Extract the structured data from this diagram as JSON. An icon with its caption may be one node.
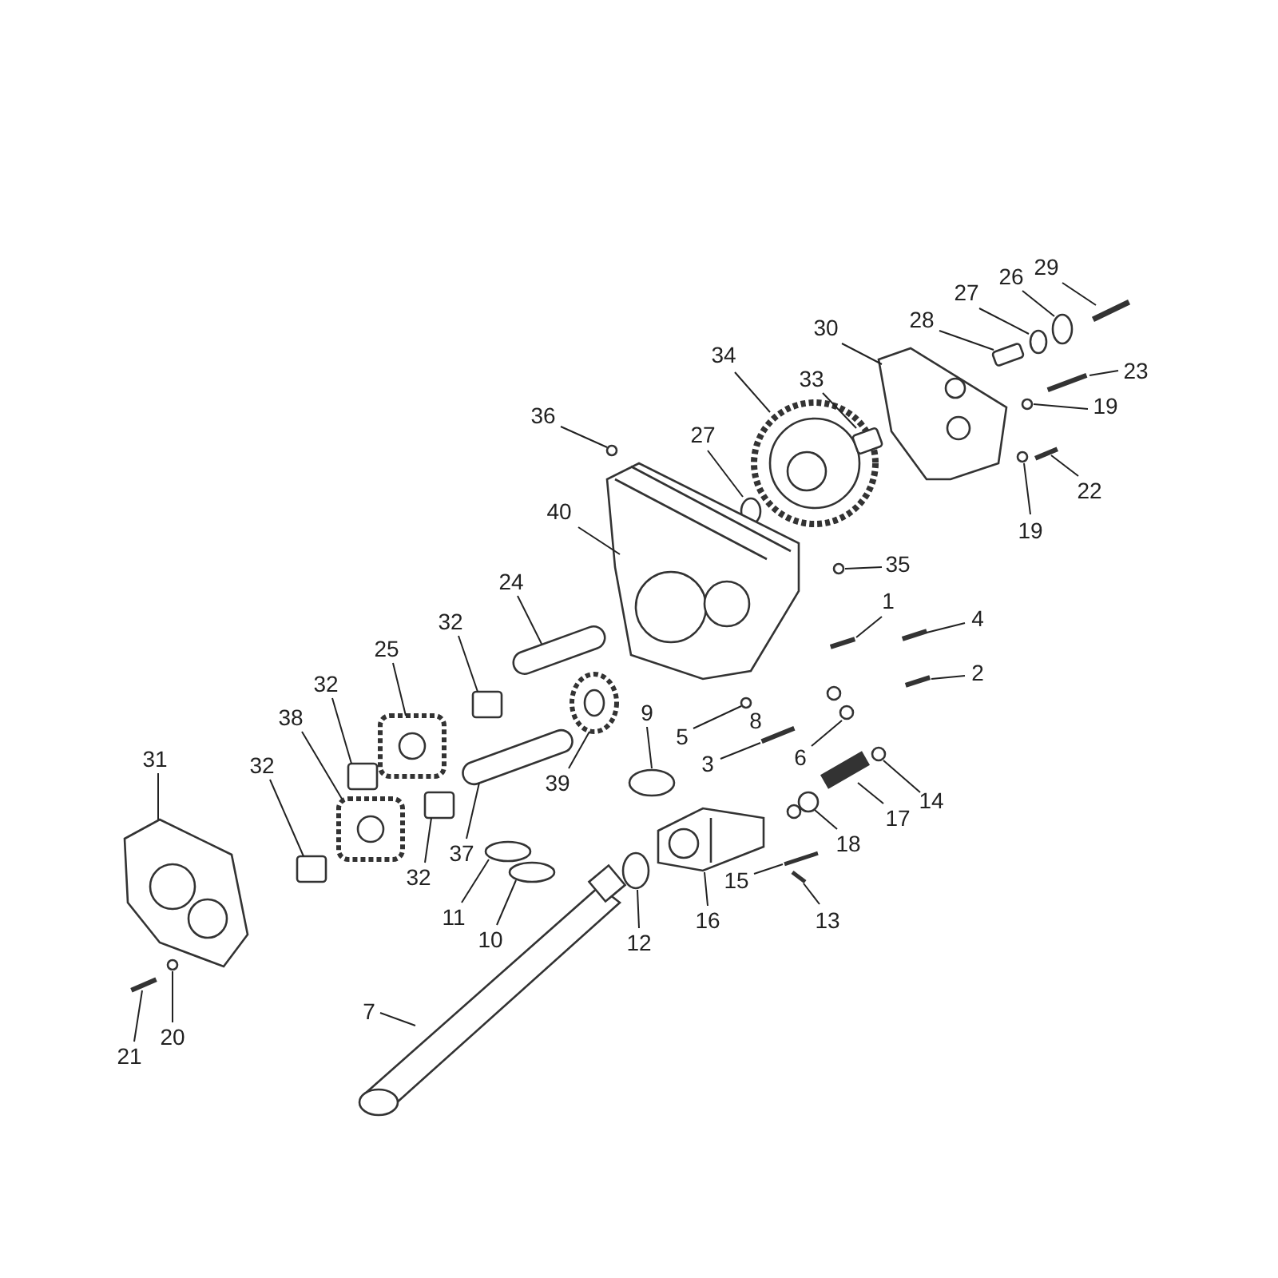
{
  "diagram": {
    "nodes": [
      {
        "text": [
          "29"
        ]
      },
      {
        "text": [
          "26"
        ]
      },
      {
        "text": [
          "27"
        ]
      },
      {
        "text": [
          "28"
        ]
      },
      {
        "text": [
          "30"
        ]
      },
      {
        "text": [
          "23"
        ]
      },
      {
        "text": [
          "19"
        ]
      },
      {
        "text": [
          "34"
        ]
      },
      {
        "text": [
          "33"
        ]
      },
      {
        "text": [
          "36"
        ]
      },
      {
        "text": [
          "27"
        ]
      },
      {
        "text": [
          "22"
        ]
      },
      {
        "text": [
          "19"
        ]
      },
      {
        "text": [
          "40"
        ]
      },
      {
        "text": [
          "35"
        ]
      },
      {
        "text": [
          "24"
        ]
      },
      {
        "text": [
          "1"
        ]
      },
      {
        "text": [
          "4"
        ]
      },
      {
        "text": [
          "32"
        ]
      },
      {
        "text": [
          "2"
        ]
      },
      {
        "text": [
          "25"
        ]
      },
      {
        "text": [
          "32"
        ]
      },
      {
        "text": [
          "9"
        ]
      },
      {
        "text": [
          "5"
        ]
      },
      {
        "text": [
          "6"
        ]
      },
      {
        "text": [
          "3"
        ]
      },
      {
        "text": [
          "38"
        ]
      },
      {
        "text": [
          "31"
        ]
      },
      {
        "text": [
          "32"
        ]
      },
      {
        "text": [
          "39"
        ]
      },
      {
        "text": [
          "14"
        ]
      },
      {
        "text": [
          "17"
        ]
      },
      {
        "text": [
          "18"
        ]
      },
      {
        "text": [
          "37"
        ]
      },
      {
        "text": [
          "32"
        ]
      },
      {
        "text": [
          "15"
        ]
      },
      {
        "text": [
          "11"
        ]
      },
      {
        "text": [
          "10"
        ]
      },
      {
        "text": [
          "12"
        ]
      },
      {
        "text": [
          "16"
        ]
      },
      {
        "text": [
          "13"
        ]
      },
      {
        "text": [
          "7"
        ]
      },
      {
        "text": [
          "21"
        ]
      },
      {
        "text": [
          "20"
        ]
      },
      {
        "text": [],
        "shape": "bar"
      },
      {
        "text": [],
        "shape": "circle"
      },
      {
        "text": [],
        "shape": "circle"
      },
      {
        "text": [],
        "shape": "box"
      },
      {
        "text": [],
        "shape": "picture"
      },
      {
        "text": [],
        "shape": "bar"
      },
      {
        "text": [],
        "shape": "circle"
      },
      {
        "text": [],
        "shape": "picture"
      },
      {
        "text": [],
        "shape": "box"
      },
      {
        "text": [],
        "shape": "circle"
      },
      {
        "text": [],
        "shape": "circle"
      },
      {
        "text": [],
        "shape": "bar"
      },
      {
        "text": [],
        "shape": "circle"
      },
      {
        "text": [],
        "shape": "picture"
      },
      {
        "text": [],
        "shape": "circle"
      },
      {
        "text": [],
        "shape": "cylinder"
      },
      {
        "text": [],
        "shape": "bar"
      },
      {
        "text": [],
        "shape": "bar"
      },
      {
        "text": [],
        "shape": "box"
      },
      {
        "text": [],
        "shape": "bar"
      },
      {
        "text": [],
        "shape": "picture"
      },
      {
        "text": [],
        "shape": "box"
      },
      {
        "text": [],
        "shape": "circle"
      },
      {
        "text": [],
        "shape": "circle"
      },
      {
        "text": [],
        "shape": "picture"
      },
      {
        "text": [],
        "shape": "bar"
      },
      {
        "text": [],
        "shape": "picture"
      },
      {
        "text": [],
        "shape": "picture"
      },
      {
        "text": [],
        "shape": "box"
      },
      {
        "text": [],
        "shape": "picture"
      },
      {
        "text": [],
        "shape": "circle"
      },
      {
        "text": [],
        "shape": "bar"
      },
      {
        "text": [],
        "shape": "picture"
      },
      {
        "text": [],
        "shape": "cylinder"
      },
      {
        "text": [],
        "shape": "box"
      },
      {
        "text": [],
        "shape": "bar"
      },
      {
        "text": [],
        "shape": "circle"
      },
      {
        "text": [],
        "shape": "circle"
      },
      {
        "text": [],
        "shape": "circle"
      },
      {
        "text": [],
        "shape": "picture"
      },
      {
        "text": [],
        "shape": "bar"
      },
      {
        "text": [],
        "shape": "picture"
      },
      {
        "text": [],
        "shape": "bar"
      },
      {
        "text": [],
        "shape": "circle"
      }
    ],
    "edges": [
      {
        "from": 0,
        "to": 44,
        "arrow": "none"
      },
      {
        "from": 1,
        "to": 45,
        "arrow": "none"
      },
      {
        "from": 2,
        "to": 46,
        "arrow": "none"
      },
      {
        "from": 3,
        "to": 47,
        "arrow": "none"
      },
      {
        "from": 4,
        "to": 48,
        "arrow": "none"
      },
      {
        "from": 5,
        "to": 49,
        "arrow": "none"
      },
      {
        "from": 6,
        "to": 50,
        "arrow": "none"
      },
      {
        "from": 7,
        "to": 51,
        "arrow": "none"
      },
      {
        "from": 8,
        "to": 52,
        "arrow": "none"
      },
      {
        "from": 9,
        "to": 53,
        "arrow": "none"
      },
      {
        "from": 10,
        "to": 54,
        "arrow": "none"
      },
      {
        "from": 11,
        "to": 55,
        "arrow": "none"
      },
      {
        "from": 12,
        "to": 56,
        "arrow": "none"
      },
      {
        "from": 13,
        "to": 57,
        "arrow": "none"
      },
      {
        "from": 14,
        "to": 58,
        "arrow": "none"
      },
      {
        "from": 15,
        "to": 59,
        "arrow": "none"
      },
      {
        "from": 16,
        "to": 60,
        "arrow": "none"
      },
      {
        "from": 17,
        "to": 61,
        "arrow": "none"
      },
      {
        "from": 18,
        "to": 62,
        "arrow": "none"
      },
      {
        "from": 19,
        "to": 63,
        "arrow": "none"
      },
      {
        "from": 20,
        "to": 64,
        "arrow": "none"
      },
      {
        "from": 21,
        "to": 65,
        "arrow": "none"
      },
      {
        "from": 22,
        "to": 66,
        "arrow": "none"
      },
      {
        "from": 23,
        "to": 67,
        "arrow": "none"
      },
      {
        "from": 24,
        "to": 68,
        "arrow": "none"
      },
      {
        "from": 25,
        "to": 69,
        "arrow": "none"
      },
      {
        "from": 26,
        "to": 70,
        "arrow": "none"
      },
      {
        "from": 27,
        "to": 71,
        "arrow": "none"
      },
      {
        "from": 28,
        "to": 72,
        "arrow": "none"
      },
      {
        "from": 29,
        "to": 73,
        "arrow": "none"
      },
      {
        "from": 30,
        "to": 74,
        "arrow": "none"
      },
      {
        "from": 31,
        "to": 75,
        "arrow": "none"
      },
      {
        "from": 32,
        "to": 76,
        "arrow": "none"
      },
      {
        "from": 33,
        "to": 77,
        "arrow": "none"
      },
      {
        "from": 34,
        "to": 78,
        "arrow": "none"
      },
      {
        "from": 35,
        "to": 79,
        "arrow": "none"
      },
      {
        "from": 36,
        "to": 80,
        "arrow": "none"
      },
      {
        "from": 37,
        "to": 81,
        "arrow": "none"
      },
      {
        "from": 38,
        "to": 82,
        "arrow": "none"
      },
      {
        "from": 39,
        "to": 83,
        "arrow": "none"
      },
      {
        "from": 40,
        "to": 84,
        "arrow": "none"
      },
      {
        "from": 41,
        "to": 85,
        "arrow": "none"
      },
      {
        "from": 42,
        "to": 86,
        "arrow": "none"
      },
      {
        "from": 43,
        "to": 87,
        "arrow": "none"
      }
    ],
    "labels": [
      "8"
    ]
  }
}
